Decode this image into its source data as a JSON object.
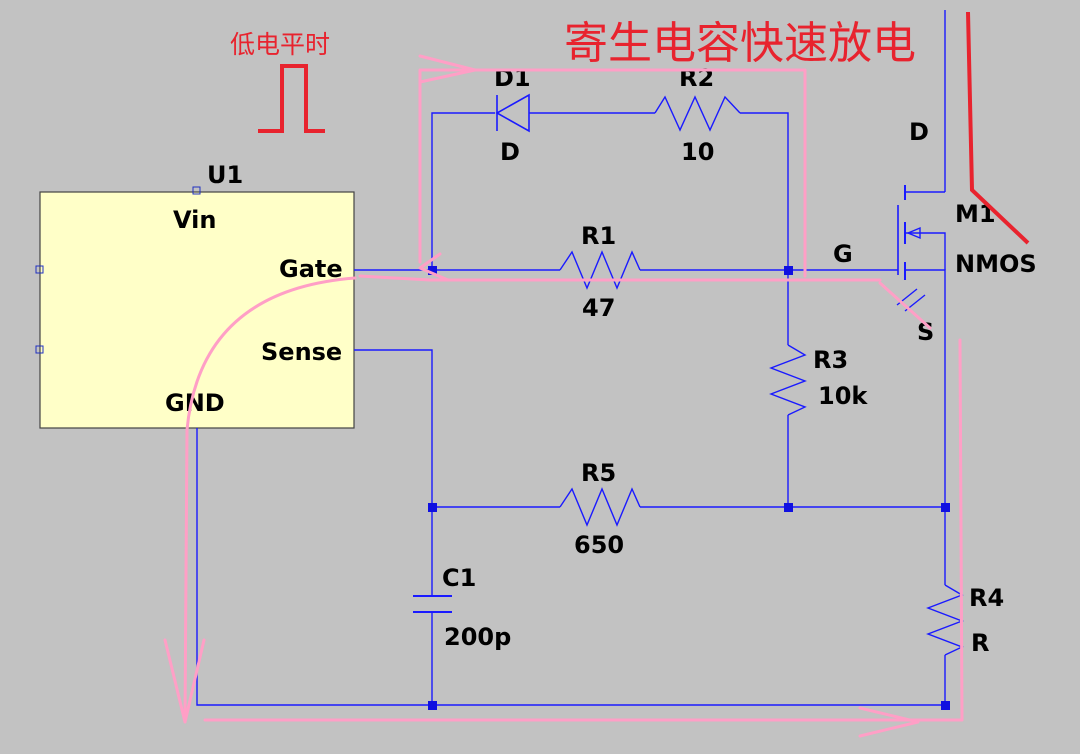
{
  "annotations": {
    "title": "寄生电容快速放电",
    "low_level": "低电平时"
  },
  "ic": {
    "ref": "U1",
    "pins": {
      "vin": "Vin",
      "gate": "Gate",
      "sense": "Sense",
      "gnd": "GND"
    }
  },
  "mosfet": {
    "ref": "M1",
    "type": "NMOS",
    "drain": "D",
    "gate": "G",
    "source": "S"
  },
  "components": {
    "d1": {
      "ref": "D1",
      "value": "D"
    },
    "r2": {
      "ref": "R2",
      "value": "10"
    },
    "r1": {
      "ref": "R1",
      "value": "47"
    },
    "r3": {
      "ref": "R3",
      "value": "10k"
    },
    "r5": {
      "ref": "R5",
      "value": "650"
    },
    "c1": {
      "ref": "C1",
      "value": "200p"
    },
    "r4": {
      "ref": "R4",
      "value": "R"
    }
  },
  "colors": {
    "background": "#c2c2c2",
    "ic_fill": "#ffffc8",
    "wire": "#1a1aff",
    "annotation_red": "#e8232e",
    "current_path_pink": "#ff9fc6"
  }
}
